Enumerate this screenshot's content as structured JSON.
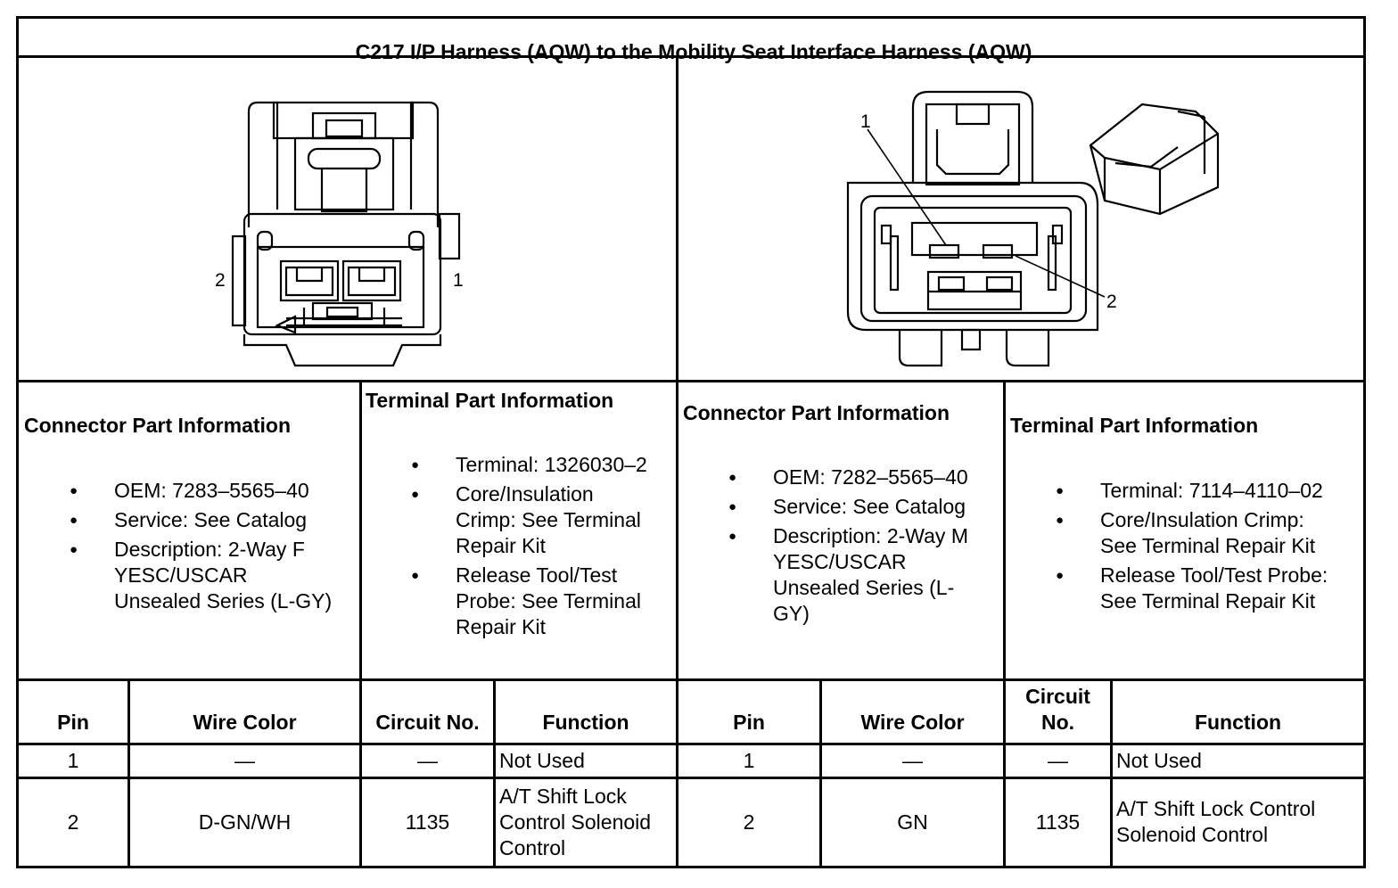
{
  "title": "C217 I/P Harness (AQW) to the Mobility Seat Interface Harness (AQW)",
  "left_connector": {
    "pin_labels": [
      "2",
      "1"
    ]
  },
  "right_connector": {
    "pin_labels": [
      "1",
      "2"
    ]
  },
  "info": {
    "left_connector_part": {
      "heading": "Connector Part Information",
      "items": [
        "OEM: 7283–5565–40",
        "Service: See Catalog",
        "Description: 2-Way F\nYESC/USCAR\nUnsealed Series (L-GY)"
      ]
    },
    "left_terminal_part": {
      "heading": "Terminal Part Information",
      "items": [
        "Terminal: 1326030–2",
        "Core/Insulation\nCrimp: See Terminal\nRepair Kit",
        "Release Tool/Test\nProbe: See Terminal\nRepair Kit"
      ]
    },
    "right_connector_part": {
      "heading": "Connector Part Information",
      "items": [
        "OEM: 7282–5565–40",
        "Service: See Catalog",
        "Description: 2-Way M\nYESC/USCAR\nUnsealed Series (L-\nGY)"
      ]
    },
    "right_terminal_part": {
      "heading": "Terminal Part Information",
      "items": [
        "Terminal: 7114–4110–02",
        "Core/Insulation Crimp:\nSee Terminal Repair Kit",
        "Release Tool/Test Probe:\nSee Terminal Repair Kit"
      ]
    }
  },
  "table": {
    "left_headers": [
      "Pin",
      "Wire Color",
      "Circuit No.",
      "Function"
    ],
    "right_headers": [
      "Pin",
      "Wire Color",
      "Circuit\nNo.",
      "Function"
    ],
    "left_rows": [
      {
        "pin": "1",
        "wire": "—",
        "circuit": "—",
        "function": "Not Used"
      },
      {
        "pin": "2",
        "wire": "D-GN/WH",
        "circuit": "1135",
        "function": "A/T Shift Lock\nControl Solenoid\nControl"
      }
    ],
    "right_rows": [
      {
        "pin": "1",
        "wire": "—",
        "circuit": "—",
        "function": "Not Used"
      },
      {
        "pin": "2",
        "wire": "GN",
        "circuit": "1135",
        "function": "A/T Shift Lock Control\nSolenoid Control"
      }
    ]
  }
}
